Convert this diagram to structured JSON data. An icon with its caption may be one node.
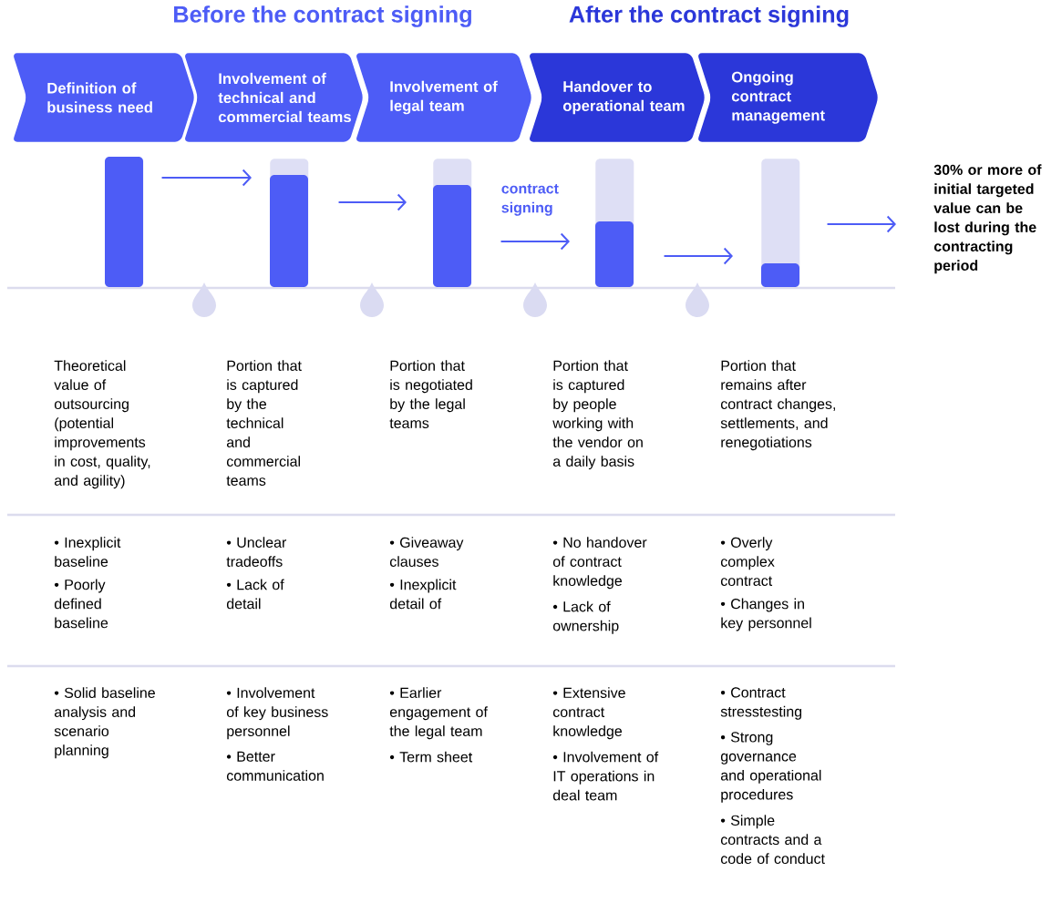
{
  "diagram": {
    "nodes": [
      {
        "text": [
          "Definition of business need"
        ]
      },
      {
        "text": [
          "Involvement of technical and commercial teams"
        ]
      },
      {
        "text": [
          "Involvement of legal team"
        ]
      },
      {
        "text": [
          "Handover to operational team"
        ]
      },
      {
        "text": [
          "Ongoing contract management"
        ]
      },
      {
        "text": [],
        "shape": "bar"
      },
      {
        "text": [],
        "shape": "bar"
      },
      {
        "text": [],
        "shape": "bar"
      },
      {
        "text": [],
        "shape": "bar"
      },
      {
        "text": [],
        "shape": "bar"
      },
      {
        "text": [
          "30% or more of initial targeted value can be lost during the contracting period"
        ]
      }
    ],
    "edges": [
      {
        "from": 5,
        "to": 6,
        "arrow": "to"
      },
      {
        "from": 6,
        "to": 7,
        "arrow": "to"
      },
      {
        "from": 7,
        "to": 8,
        "arrow": "to",
        "label": "contract signing"
      },
      {
        "from": 8,
        "to": 9,
        "arrow": "to"
      },
      {
        "from": 9,
        "to": 10,
        "arrow": "to"
      }
    ],
    "labels": [
      "Before the contract signing",
      "After the contract signing",
      "Theoretical value of outsourcing (potential improvements in cost, quality, and agility)",
      "Portion that is captured by the technical and commercial teams",
      "Portion that is negotiated by the legal teams",
      "Portion that is captured by people working with the vendor on a daily basis",
      "Portion that remains after contract changes, settlements, and renegotiations",
      "• Inexplicit baseline",
      "• Poorly defined baseline",
      "• Unclear tradeoffs",
      "• Lack of detail",
      "• Giveaway clauses",
      "• Inexplicit detail of",
      "• No handover of contract knowledge",
      "• Lack of ownership",
      "• Overly complex contract",
      "• Changes in key personnel",
      "• Solid baseline analysis and scenario planning",
      "• Involvement of key business personnel",
      "• Better communication",
      "• Earlier engagement of the legal team",
      "• Term sheet",
      "• Extensive contract knowledge",
      "• Involvement of IT operations in deal team",
      "• Contract stresstesting",
      "• Strong governance and operational procedures",
      "• Simple contracts and a code of conduct"
    ]
  }
}
